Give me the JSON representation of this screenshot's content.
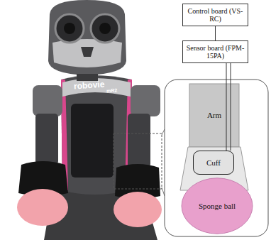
{
  "diagram": {
    "nodes": [
      {
        "text": [
          "Control board (VS-RC)"
        ]
      },
      {
        "text": [
          "Sensor board (FPM-15PA)"
        ]
      },
      {
        "text": [
          "Arm"
        ]
      },
      {
        "text": [
          "Cuff"
        ]
      },
      {
        "text": [
          "Sponge ball"
        ]
      }
    ],
    "edges": [
      {
        "from": 0,
        "to": 1,
        "arrow": "none"
      },
      {
        "from": 1,
        "to": 3,
        "arrow": "none"
      }
    ],
    "labels": [
      "robovie",
      "mR2"
    ]
  }
}
